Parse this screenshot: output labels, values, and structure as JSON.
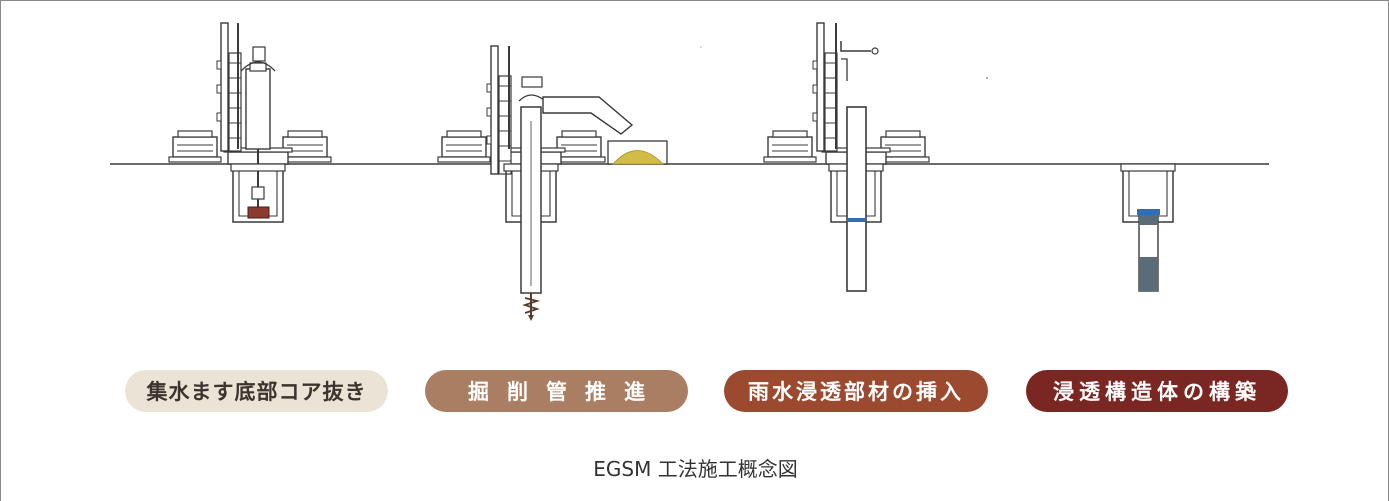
{
  "steps": [
    {
      "label": "集水ます底部コア抜き"
    },
    {
      "label": "掘削管推進"
    },
    {
      "label": "雨水浸透部材の挿入"
    },
    {
      "label": "浸透構造体の構築"
    }
  ],
  "caption": "EGSM 工法施工概念図",
  "colors": {
    "line": "#3a3a3a",
    "step1_pill": "#ebe4d6",
    "step2_pill": "#aa7e62",
    "step3_pill": "#9c4a2f",
    "step4_pill": "#7a2622",
    "core_bit": "#8b3a2e",
    "soil_pile": "#d1bc46",
    "water_band": "#2f6db5",
    "permeable_fill": "#5a6c78"
  }
}
